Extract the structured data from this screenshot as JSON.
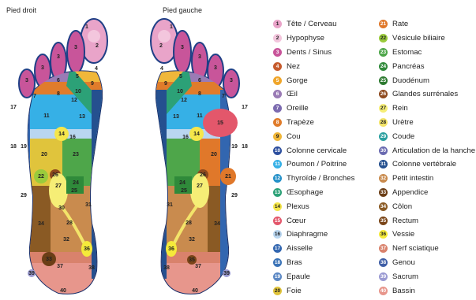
{
  "labels": {
    "right_foot": "Pied droit",
    "left_foot": "Pied gauche"
  },
  "legend": [
    {
      "n": "1",
      "label": "Tête / Cerveau",
      "color": "#e9a4c9"
    },
    {
      "n": "2",
      "label": "Hypophyse",
      "color": "#f3c6dd"
    },
    {
      "n": "3",
      "label": "Dents / Sinus",
      "color": "#c8559a"
    },
    {
      "n": "4",
      "label": "Nez",
      "color": "#c65b2d"
    },
    {
      "n": "5",
      "label": "Gorge",
      "color": "#f0a62b"
    },
    {
      "n": "6",
      "label": "Œil",
      "color": "#9a7bb5"
    },
    {
      "n": "7",
      "label": "Oreille",
      "color": "#7c6bb0"
    },
    {
      "n": "8",
      "label": "Trapèze",
      "color": "#e07c2b"
    },
    {
      "n": "9",
      "label": "Cou",
      "color": "#f0b73a"
    },
    {
      "n": "10",
      "label": "Colonne cervicale",
      "color": "#2d4f9e"
    },
    {
      "n": "11",
      "label": "Poumon / Poitrine",
      "color": "#36b0e6"
    },
    {
      "n": "12",
      "label": "Thyroïde / Bronches",
      "color": "#2591c9"
    },
    {
      "n": "13",
      "label": "Œsophage",
      "color": "#2ca177"
    },
    {
      "n": "14",
      "label": "Plexus",
      "color": "#f5e64a"
    },
    {
      "n": "15",
      "label": "Cœur",
      "color": "#e3576b"
    },
    {
      "n": "16",
      "label": "Diaphragme",
      "color": "#b9d6f0"
    },
    {
      "n": "17",
      "label": "Aisselle",
      "color": "#3266b0"
    },
    {
      "n": "18",
      "label": "Bras",
      "color": "#3a73b7"
    },
    {
      "n": "19",
      "label": "Epaule",
      "color": "#5c88c4"
    },
    {
      "n": "20",
      "label": "Foie",
      "color": "#e0c43c"
    },
    {
      "n": "21",
      "label": "Rate",
      "color": "#e0782a"
    },
    {
      "n": "22",
      "label": "Vésicule biliaire",
      "color": "#9acb3c"
    },
    {
      "n": "23",
      "label": "Estomac",
      "color": "#4ea64a"
    },
    {
      "n": "24",
      "label": "Pancréas",
      "color": "#2f8a3a"
    },
    {
      "n": "25",
      "label": "Duodénum",
      "color": "#2d7a30"
    },
    {
      "n": "26",
      "label": "Glandes surrénales",
      "color": "#8e4a1e"
    },
    {
      "n": "27",
      "label": "Rein",
      "color": "#f6ee76"
    },
    {
      "n": "28",
      "label": "Urètre",
      "color": "#f3e46a"
    },
    {
      "n": "29",
      "label": "Coude",
      "color": "#2aa0a0"
    },
    {
      "n": "30",
      "label": "Articulation de la hanche",
      "color": "#6a6ab0"
    },
    {
      "n": "31",
      "label": "Colonne vertébrale",
      "color": "#25508f"
    },
    {
      "n": "32",
      "label": "Petit intestin",
      "color": "#c98b4e"
    },
    {
      "n": "33",
      "label": "Appendice",
      "color": "#6b3e16"
    },
    {
      "n": "34",
      "label": "Côlon",
      "color": "#8a5a24"
    },
    {
      "n": "35",
      "label": "Rectum",
      "color": "#7a4518"
    },
    {
      "n": "36",
      "label": "Vessie",
      "color": "#f5ea3a"
    },
    {
      "n": "37",
      "label": "Nerf sciatique",
      "color": "#d9826c"
    },
    {
      "n": "38",
      "label": "Genou",
      "color": "#3f5ea6"
    },
    {
      "n": "39",
      "label": "Sacrum",
      "color": "#9a9ad2"
    },
    {
      "n": "40",
      "label": "Bassin",
      "color": "#e7968c"
    }
  ],
  "right_foot_zones": [
    "1",
    "2",
    "3",
    "4",
    "5",
    "6",
    "7",
    "8",
    "9",
    "10",
    "11",
    "12",
    "13",
    "14",
    "16",
    "17",
    "18",
    "19",
    "20",
    "22",
    "23",
    "24",
    "25",
    "26",
    "27",
    "28",
    "29",
    "30",
    "31",
    "32",
    "33",
    "34",
    "36",
    "37",
    "38",
    "39",
    "40"
  ],
  "left_foot_zones": [
    "1",
    "2",
    "3",
    "4",
    "5",
    "6",
    "7",
    "8",
    "9",
    "10",
    "11",
    "12",
    "13",
    "14",
    "15",
    "16",
    "17",
    "18",
    "19",
    "20",
    "21",
    "24",
    "25",
    "26",
    "27",
    "28",
    "29",
    "31",
    "32",
    "34",
    "35",
    "36",
    "37",
    "38",
    "39",
    "40"
  ]
}
